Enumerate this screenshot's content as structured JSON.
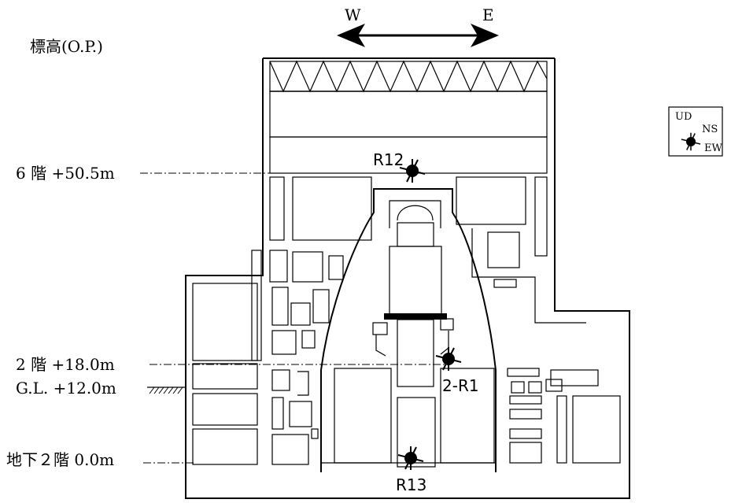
{
  "direction": {
    "west": "W",
    "east": "E"
  },
  "elevation_title": "標高(O.P.)",
  "levels": [
    {
      "label": "6 階 +50.5m"
    },
    {
      "label": "2 階 +18.0m"
    },
    {
      "label": "G.L. +12.0m"
    },
    {
      "label": "地下２階 0.0m"
    }
  ],
  "sensors": [
    {
      "id": "R12"
    },
    {
      "id": "2-R1"
    },
    {
      "id": "R13"
    }
  ],
  "legend": {
    "ud": "UD",
    "ns": "NS",
    "ew": "EW"
  }
}
